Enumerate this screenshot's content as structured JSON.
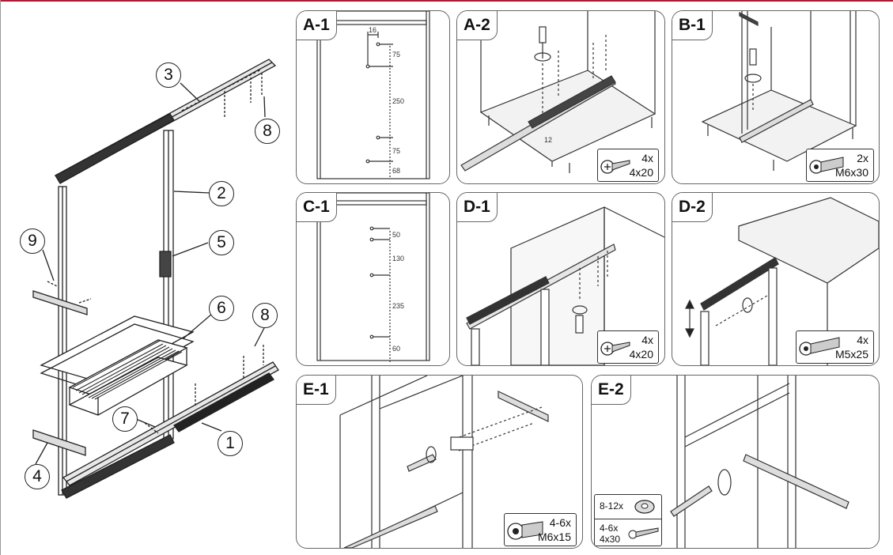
{
  "callouts": [
    "3",
    "8",
    "2",
    "9",
    "5",
    "6",
    "8",
    "7",
    "1",
    "4"
  ],
  "panels": {
    "a1": {
      "tab": "A-1",
      "dims": [
        "16",
        "75",
        "250",
        "75",
        "68"
      ]
    },
    "a2": {
      "tab": "A-2",
      "dim": "12",
      "qty": "4x",
      "size": "4x20"
    },
    "b1": {
      "tab": "B-1",
      "qty": "2x",
      "size": "M6x30"
    },
    "c1": {
      "tab": "C-1",
      "dims": [
        "50",
        "130",
        "235",
        "60"
      ]
    },
    "d1": {
      "tab": "D-1",
      "qty": "4x",
      "size": "4x20"
    },
    "d2": {
      "tab": "D-2",
      "qty": "4x",
      "size": "M5x25"
    },
    "e1": {
      "tab": "E-1",
      "qty": "4-6x",
      "size": "M6x15"
    },
    "e2": {
      "tab": "E-2",
      "qty1": "8-12x",
      "qty2": "4-6x",
      "size2": "4x30"
    }
  },
  "colors": {
    "accent": "#c8102e",
    "line": "#333333",
    "panel_border": "#666666",
    "cabinet_fill": "#f2f2f2"
  }
}
